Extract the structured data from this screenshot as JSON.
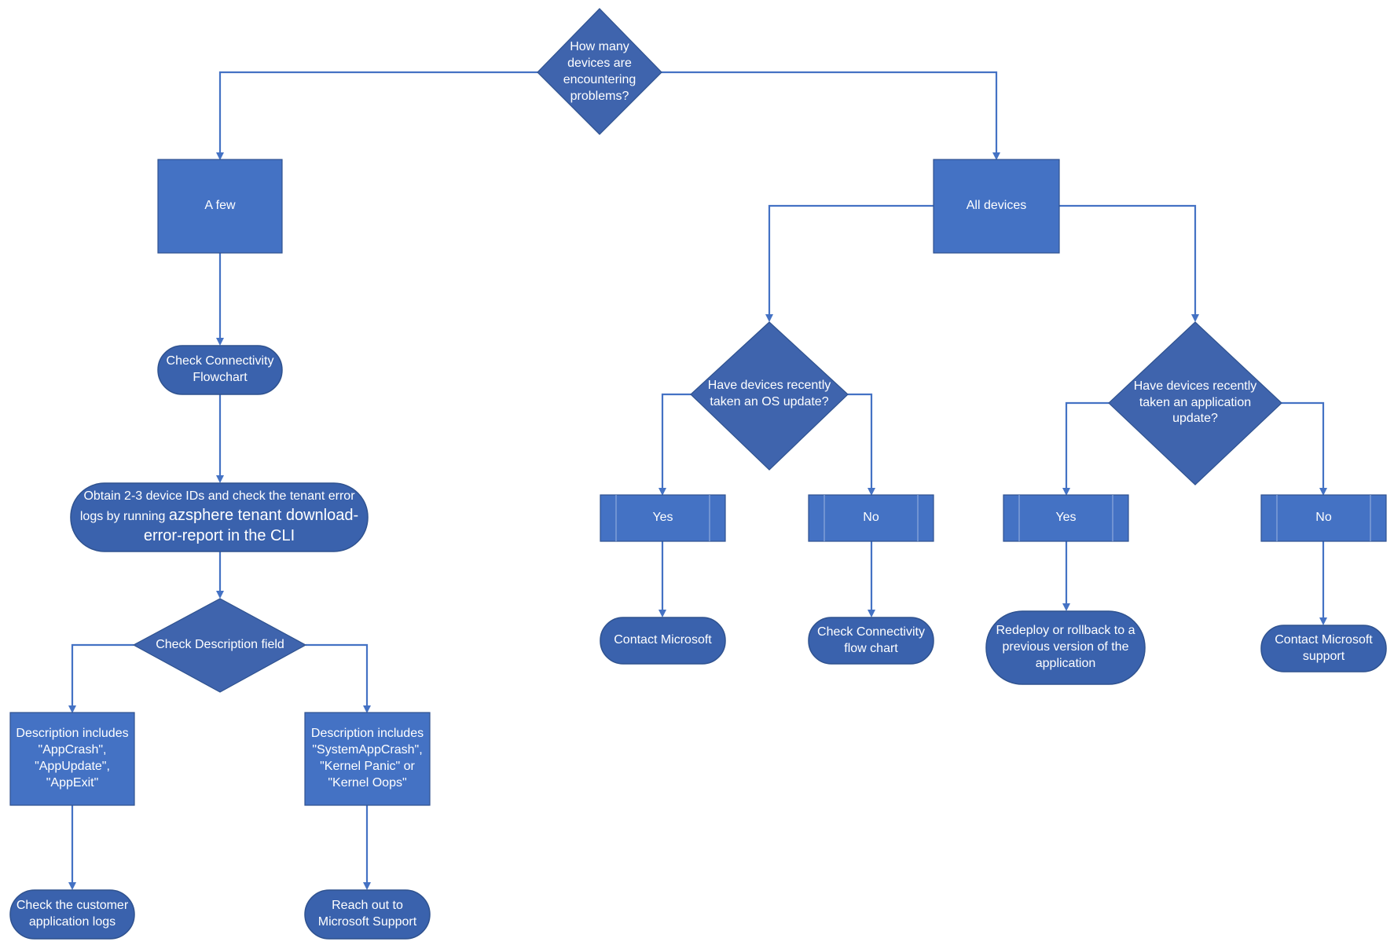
{
  "colors": {
    "shape_fill": "#4472c4",
    "diamond_fill": "#3f64ad",
    "terminator_fill": "#3a62ad",
    "connector": "#4472c4",
    "text": "#ffffff"
  },
  "nodes": {
    "root_question": "How many devices are encountering problems?",
    "a_few": "A few",
    "all_devices": "All devices",
    "check_connectivity_flowchart": "Check Connectivity Flowchart",
    "obtain_ids": {
      "prefix": "Obtain 2-3 device IDs and check the tenant error logs by running",
      "command": "azsphere tenant download-error-report in the CLI"
    },
    "check_description": "Check Description field",
    "desc_app": "Description includes \"AppCrash\", \"AppUpdate\", \"AppExit\"",
    "desc_system": "Description includes \"SystemAppCrash\", \"Kernel Panic\" or \"Kernel Oops\"",
    "check_customer_logs": "Check the customer application logs",
    "reach_out_support": "Reach out to Microsoft Support",
    "os_update_question": "Have devices recently taken an OS update?",
    "app_update_question": "Have devices recently taken an application update?",
    "os_yes": "Yes",
    "os_no": "No",
    "app_yes": "Yes",
    "app_no": "No",
    "contact_microsoft": "Contact Microsoft",
    "check_connectivity_flow_chart": "Check Connectivity flow chart",
    "redeploy_rollback": "Redeploy or rollback to a previous version of the application",
    "contact_microsoft_support": "Contact Microsoft support"
  }
}
